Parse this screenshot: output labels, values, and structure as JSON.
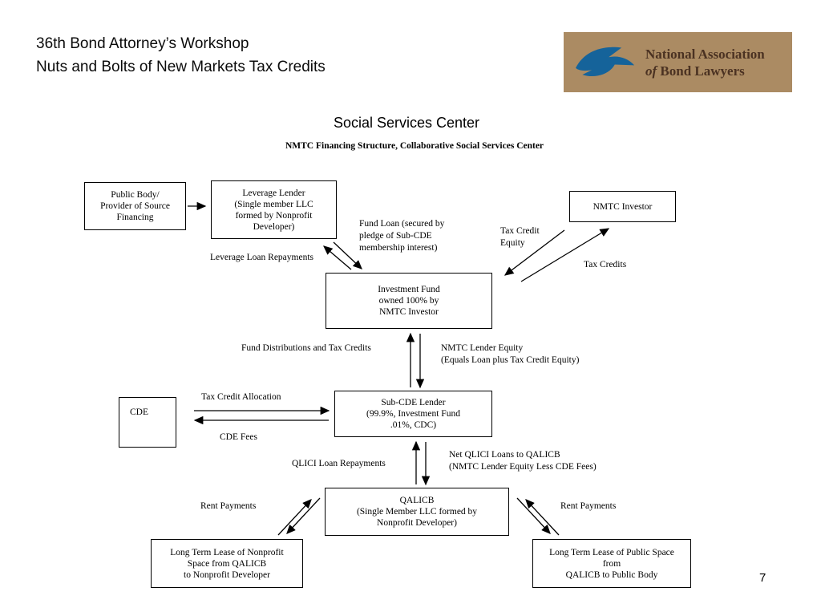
{
  "colors": {
    "logo_bg": "#ab8b63",
    "logo_text": "#4b3222",
    "eagle_blue": "#15639a"
  },
  "header": {
    "line1": "36th Bond Attorney’s Workshop",
    "line2": "Nuts and Bolts of New Markets Tax Credits"
  },
  "logo": {
    "name_line1": "National Association",
    "name_line2_italic": "of",
    "name_line2_rest": "Bond Lawyers"
  },
  "slide": {
    "title": "Social Services Center",
    "subtitle": "NMTC Financing Structure, Collaborative Social Services Center",
    "page_number": "7"
  },
  "nodes": {
    "public_body": "Public Body/\nProvider of Source\nFinancing",
    "leverage_lender": "Leverage Lender\n(Single member LLC\nformed by Nonprofit\nDeveloper)",
    "nmtc_investor": "NMTC Investor",
    "investment_fund": "Investment Fund\nowned 100% by\nNMTC Investor",
    "cde": "CDE",
    "sub_cde": "Sub-CDE Lender\n(99.9%, Investment Fund\n.01%, CDC)",
    "qalicb": "QALICB\n(Single Member LLC formed by\nNonprofit Developer)",
    "lease_nonprofit": "Long Term Lease of Nonprofit\nSpace from QALICB\nto Nonprofit Developer",
    "lease_public": "Long Term Lease of Public Space\nfrom\nQALICB to Public Body"
  },
  "edge_labels": {
    "leverage_loan_repayments": "Leverage Loan Repayments",
    "fund_loan": "Fund Loan (secured by\npledge of Sub-CDE\nmembership interest)",
    "tax_credit_equity": "Tax Credit\nEquity",
    "tax_credits": "Tax Credits",
    "fund_distributions": "Fund Distributions and Tax Credits",
    "nmtc_lender_equity": "NMTC Lender Equity\n(Equals Loan plus Tax Credit Equity)",
    "tax_credit_allocation": "Tax Credit Allocation",
    "cde_fees": "CDE Fees",
    "qlici_loan_repayments": "QLICI Loan Repayments",
    "net_qlici_loans": "Net QLICI Loans to QALICB\n(NMTC Lender Equity Less CDE Fees)",
    "rent_payments_left": "Rent Payments",
    "rent_payments_right": "Rent Payments"
  }
}
